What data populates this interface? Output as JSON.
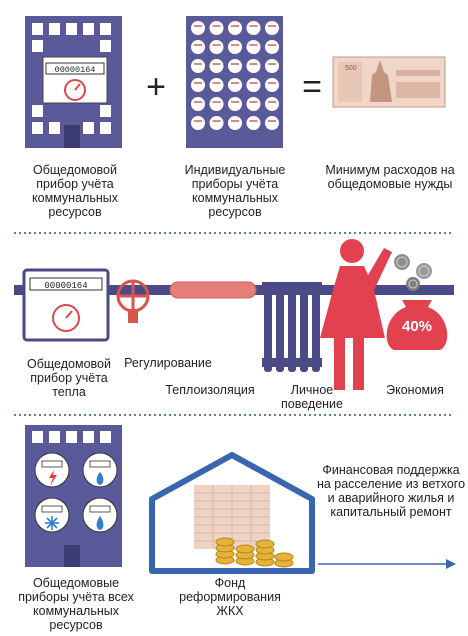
{
  "section1": {
    "meter_digits": "00000164",
    "plus_sign": "+",
    "equals_sign": "=",
    "caption_building": "Общедомовой прибор учёта коммунальных ресурсов",
    "caption_individual": "Индивидуальные приборы учёта коммунальных ресурсов",
    "caption_result": "Минимум расходов на общедомовые нужды"
  },
  "section2": {
    "meter_digits": "00000164",
    "caption_meter": "Общедомовой прибор учёта тепла",
    "caption_regulation": "Регулирование",
    "caption_insulation": "Теплоизоляция",
    "caption_behavior": "Личное поведение",
    "caption_economy": "Экономия",
    "economy_percent": "40%"
  },
  "section3": {
    "caption_meters": "Общедомовые приборы учёта всех коммунальных ресурсов",
    "caption_fund": "Фонд реформирования ЖКХ",
    "caption_support": "Финансовая поддержка на расселение из ветхого и аварийного жилья и капитальный ремонт"
  },
  "colors": {
    "building": "#5a5a9a",
    "window": "#ffffff",
    "pipe": "#4a4a86",
    "accent_red": "#e2424f",
    "insulation": "#e47f7a",
    "separator": "#5a7ca8",
    "arrow": "#3a66b0"
  }
}
